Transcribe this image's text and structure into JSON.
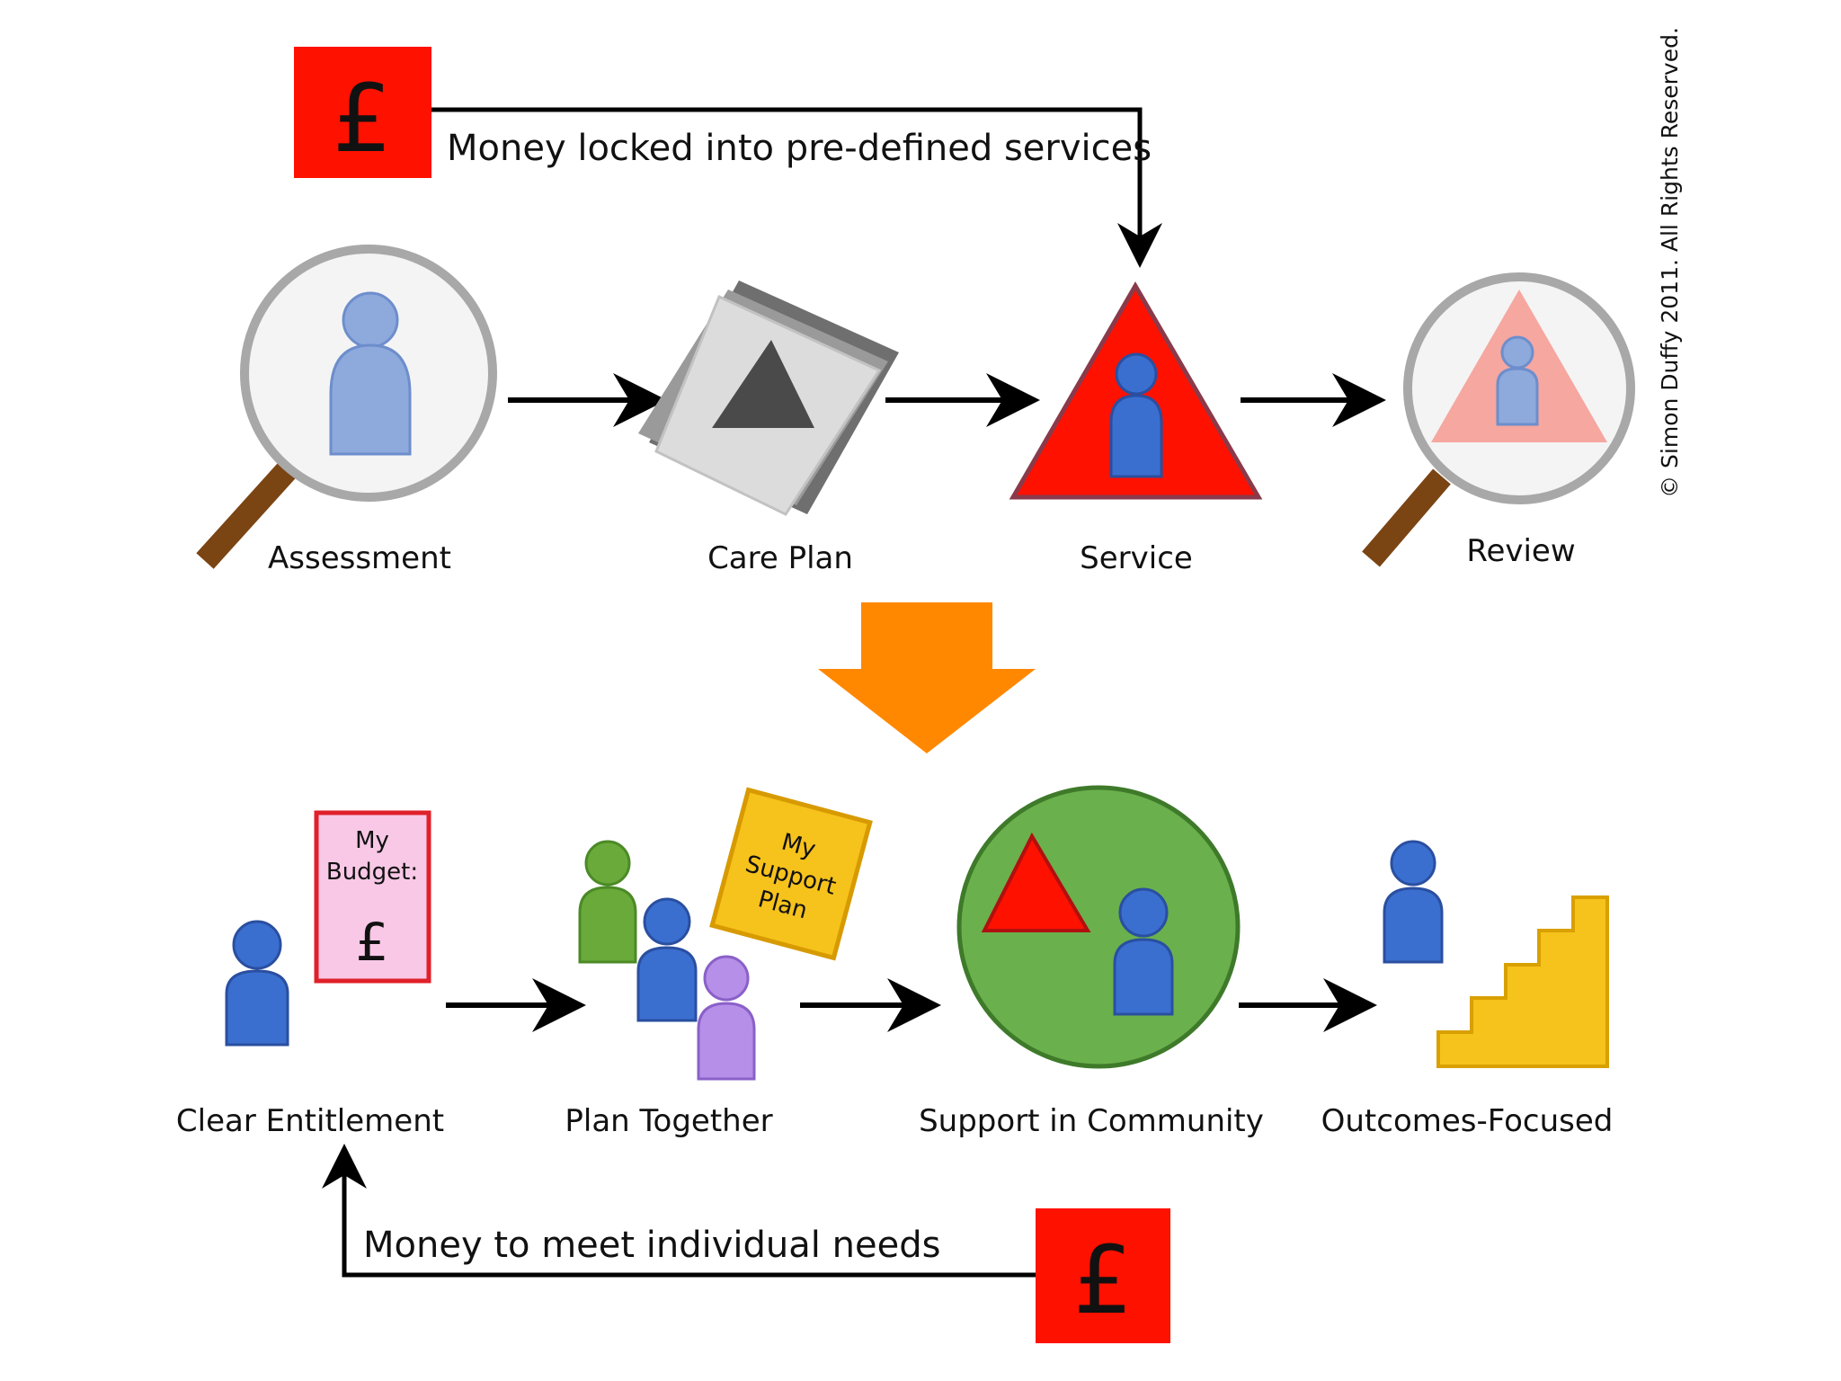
{
  "copyright": "© Simon Duffy 2011. All Rights Reserved.",
  "currency_symbol": "£",
  "top_flow": {
    "money_note": "Money locked into pre-defined services",
    "steps": [
      {
        "label": "Assessment"
      },
      {
        "label": "Care Plan"
      },
      {
        "label": "Service"
      },
      {
        "label": "Review"
      }
    ]
  },
  "bottom_flow": {
    "money_note": "Money to meet individual needs",
    "budget_card": {
      "line1": "My",
      "line2": "Budget:"
    },
    "support_plan_card": {
      "line1": "My",
      "line2": "Support",
      "line3": "Plan"
    },
    "steps": [
      {
        "label": "Clear Entitlement"
      },
      {
        "label": "Plan Together"
      },
      {
        "label": "Support in Community"
      },
      {
        "label": "Outcomes-Focused"
      }
    ]
  },
  "colors": {
    "money_red": "#ff1100",
    "transition_orange": "#ff8800",
    "person_blue": "#3a6fd0",
    "person_light_blue": "#8ea9dc",
    "person_green": "#6aaa3a",
    "person_purple": "#b58fe8",
    "community_green": "#6ab04c",
    "stairs_yellow": "#f6c21c",
    "budget_pink": "#f8c8e6"
  },
  "icons": {
    "money": "pound-sign-icon",
    "assessment": "magnifier-person-icon",
    "care_plan": "document-stack-icon",
    "service": "red-triangle-person-icon",
    "review": "magnifier-triangle-icon",
    "outcomes": "stairs-icon"
  }
}
